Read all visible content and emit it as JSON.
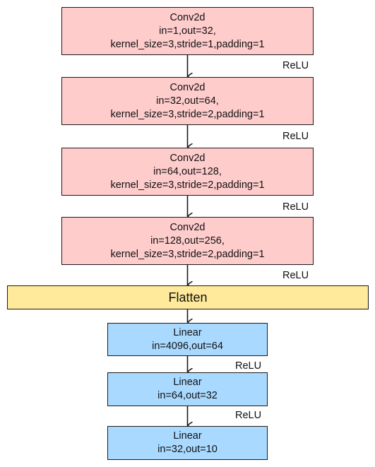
{
  "conv_layers": [
    {
      "name": "Conv2d",
      "io": "in=1,out=32,",
      "params": "kernel_size=3,stride=1,padding=1"
    },
    {
      "name": "Conv2d",
      "io": "in=32,out=64,",
      "params": "kernel_size=3,stride=2,padding=1"
    },
    {
      "name": "Conv2d",
      "io": "in=64,out=128,",
      "params": "kernel_size=3,stride=2,padding=1"
    },
    {
      "name": "Conv2d",
      "io": "in=128,out=256,",
      "params": "kernel_size=3,stride=2,padding=1"
    }
  ],
  "flatten": {
    "label": "Flatten"
  },
  "linear_layers": [
    {
      "name": "Linear",
      "io": "in=4096,out=64"
    },
    {
      "name": "Linear",
      "io": "in=64,out=32"
    },
    {
      "name": "Linear",
      "io": "in=32,out=10"
    }
  ],
  "activations": [
    "ReLU",
    "ReLU",
    "ReLU",
    "ReLU",
    "ReLU",
    "ReLU"
  ],
  "colors": {
    "conv_fill": "#ffcccc",
    "flatten_fill": "#ffe99a",
    "linear_fill": "#aad9ff",
    "border": "#1a1a1a"
  }
}
